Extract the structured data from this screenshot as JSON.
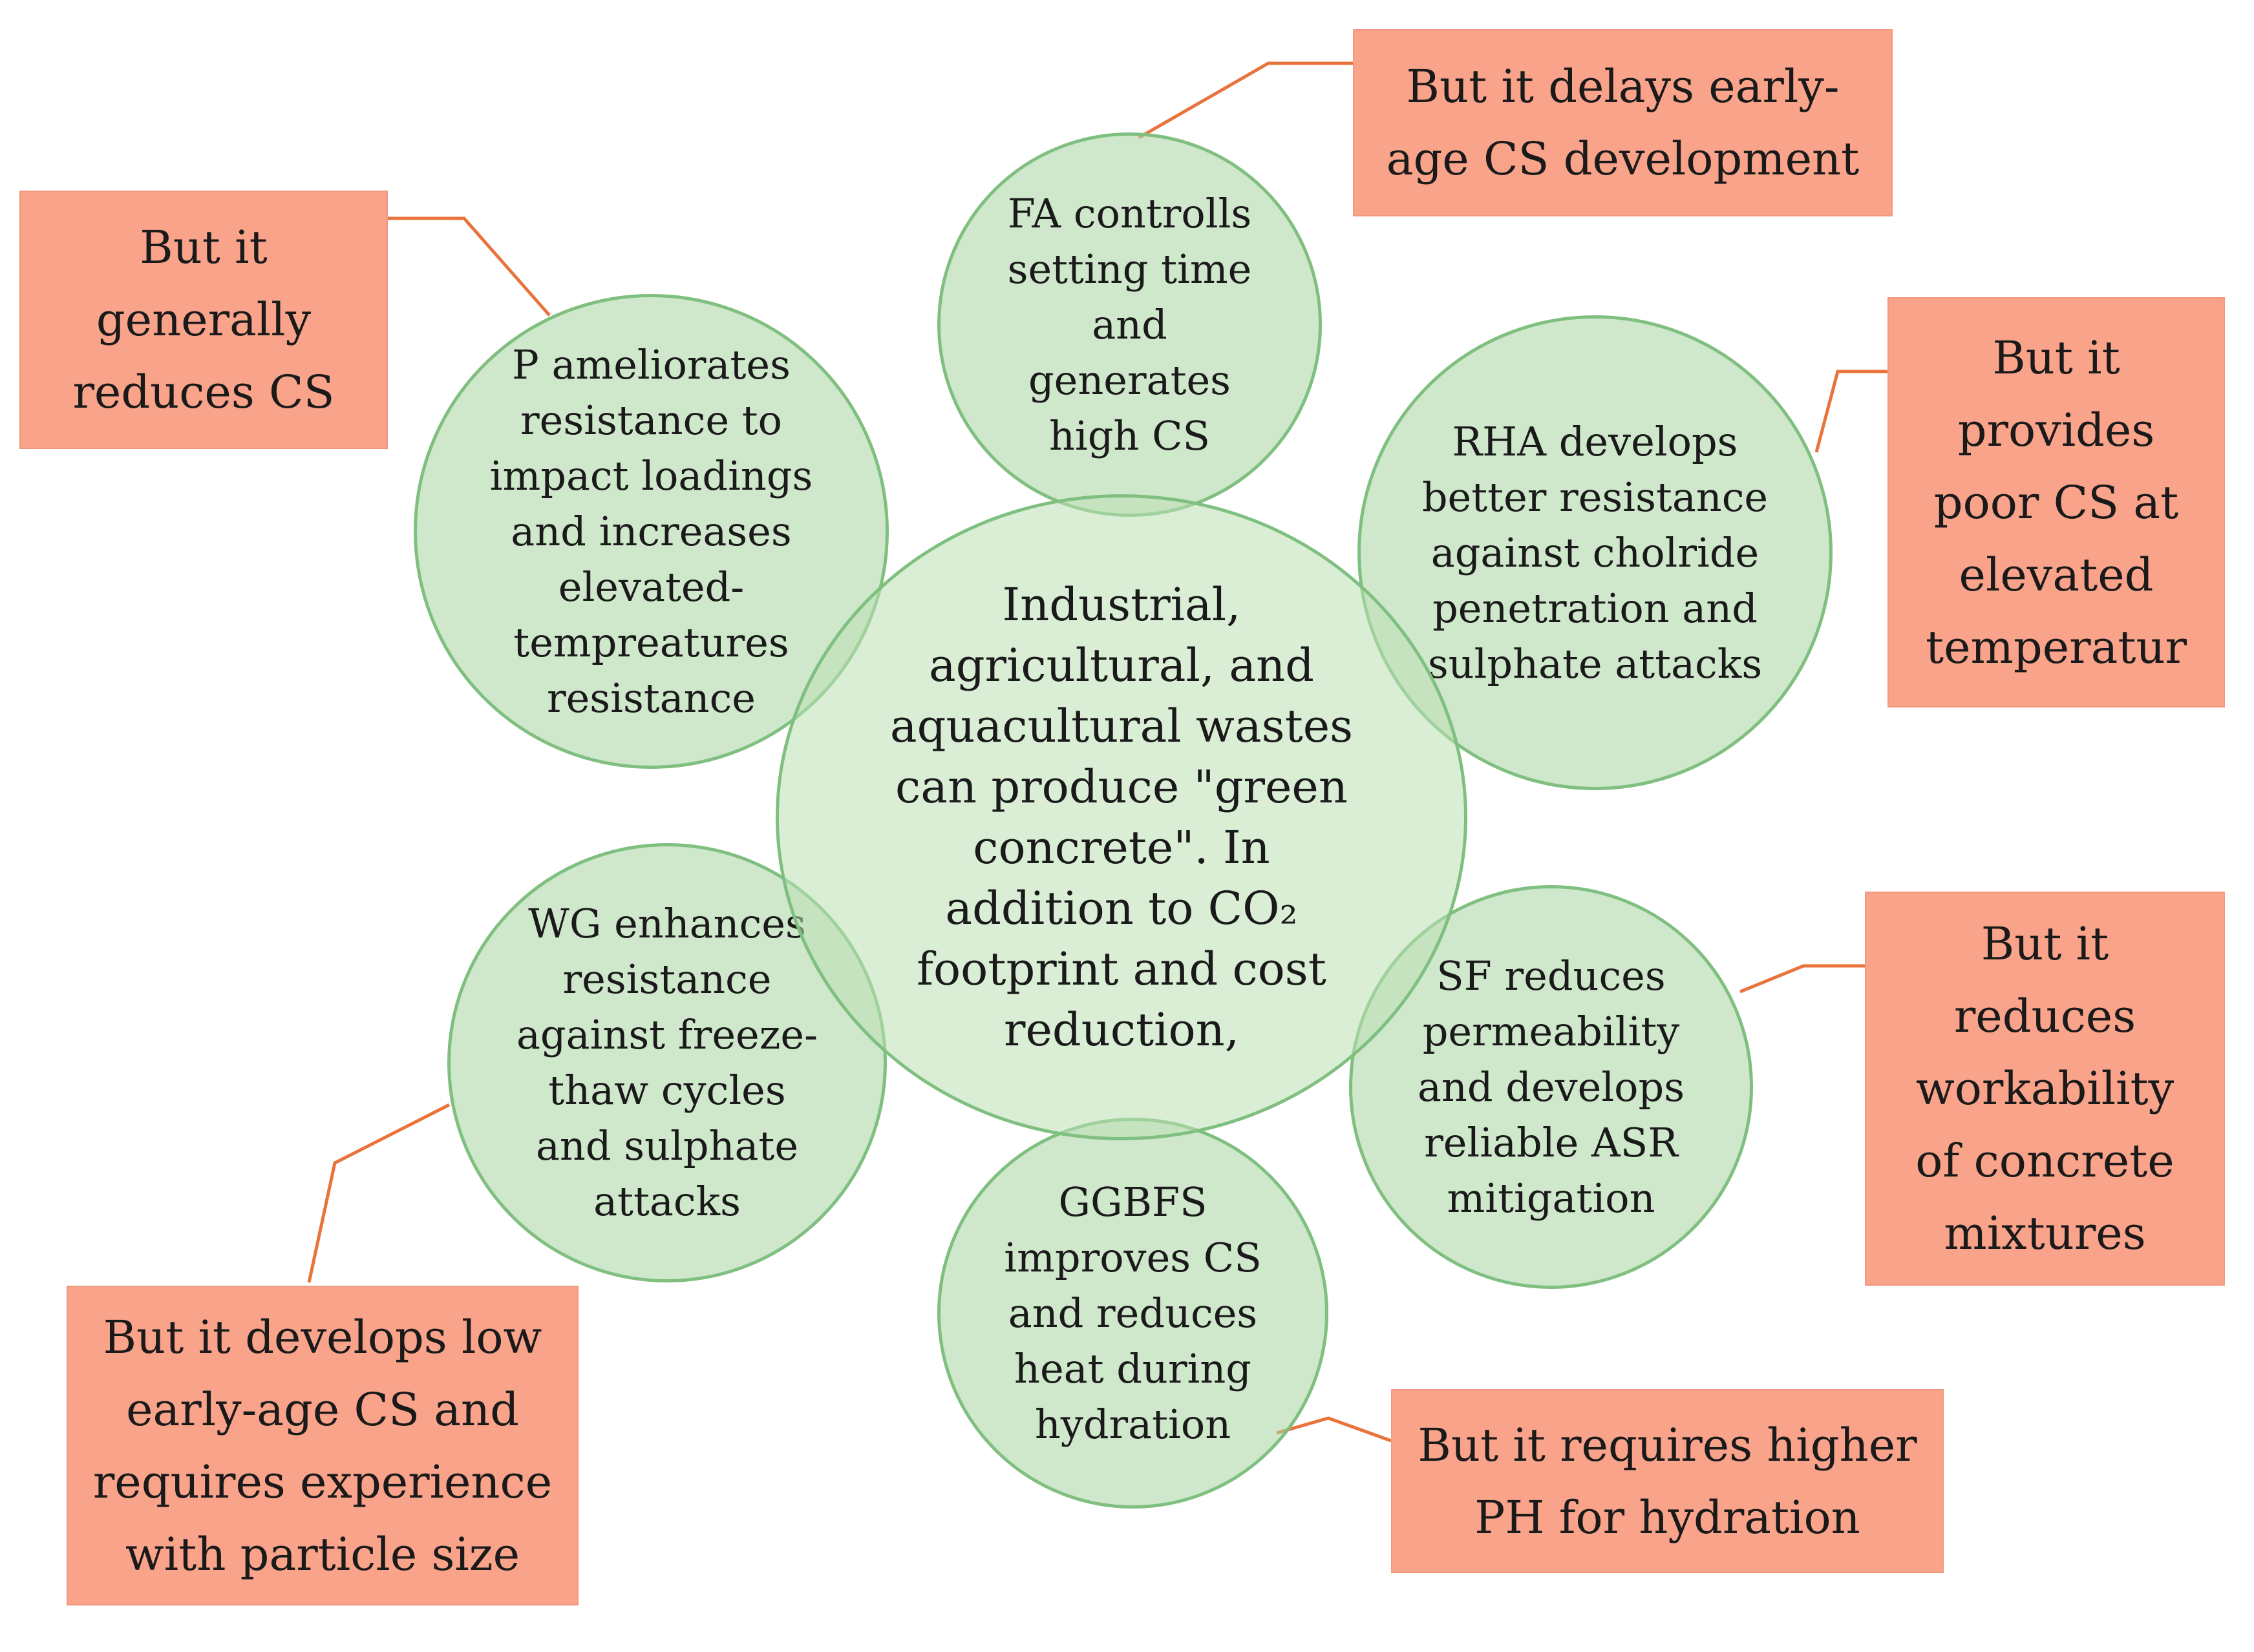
{
  "diagram": {
    "center": {
      "lines": [
        "Industrial,",
        "agricultural, and",
        "aquacultural wastes",
        "can produce \"green",
        "concrete\". In",
        "addition to CO₂",
        "footprint and cost",
        "reduction,"
      ]
    },
    "satellites": [
      {
        "id": "fa",
        "lines": [
          "FA controlls",
          "setting time",
          "and",
          "generates",
          "high CS"
        ]
      },
      {
        "id": "rha",
        "lines": [
          "RHA develops",
          "better resistance",
          "against cholride",
          "penetration and",
          "sulphate attacks"
        ]
      },
      {
        "id": "sf",
        "lines": [
          "SF reduces",
          "permeability",
          "and develops",
          "reliable ASR",
          "mitigation"
        ]
      },
      {
        "id": "ggbfs",
        "lines": [
          "GGBFS",
          "improves CS",
          "and reduces",
          "heat during",
          "hydration"
        ]
      },
      {
        "id": "wg",
        "lines": [
          "WG enhances",
          "resistance",
          "against freeze-",
          "thaw cycles",
          "and sulphate",
          "attacks"
        ]
      },
      {
        "id": "p",
        "lines": [
          "P ameliorates",
          "resistance to",
          "impact loadings",
          "and increases",
          "elevated-",
          "tempreatures",
          "resistance"
        ]
      }
    ],
    "drawbacks": [
      {
        "id": "fa",
        "lines": [
          "But it delays early-",
          "age CS development"
        ]
      },
      {
        "id": "rha",
        "lines": [
          "But it",
          "provides",
          "poor CS at",
          "elevated",
          "temperatur"
        ]
      },
      {
        "id": "sf",
        "lines": [
          "But it",
          "reduces",
          "workability",
          "of concrete",
          "mixtures"
        ]
      },
      {
        "id": "ggbfs",
        "lines": [
          "But it requires higher",
          "PH for hydration"
        ]
      },
      {
        "id": "wg",
        "lines": [
          "But it develops low",
          "early-age CS and",
          "requires experience",
          "with particle size"
        ]
      },
      {
        "id": "p",
        "lines": [
          "But it",
          "generally",
          "reduces CS"
        ]
      }
    ],
    "colors": {
      "circle_fill": "#a8d4a0",
      "circle_border": "#7fbf7f",
      "box_fill": "#f8a38a",
      "connector": "#e8743b"
    }
  }
}
